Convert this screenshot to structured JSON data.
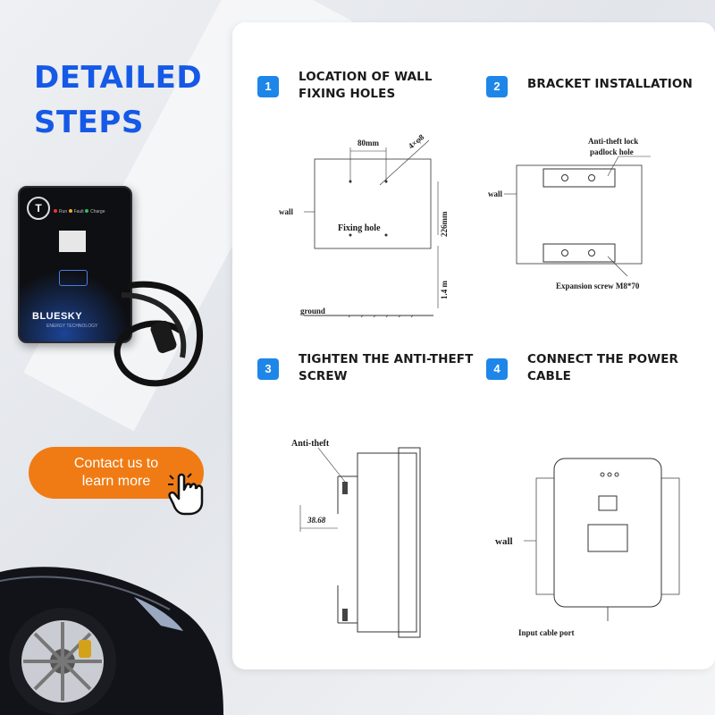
{
  "headline": {
    "line1": "DETAILED",
    "line2": "STEPS"
  },
  "charger": {
    "brand": "BLUESKY",
    "tagline": "ENERGY TECHNOLOGY",
    "led_labels": [
      "Run",
      "Fault",
      "Charge"
    ]
  },
  "contact": {
    "line1": "Contact us to",
    "line2": "learn more"
  },
  "steps": [
    {
      "number": "1",
      "title_lines": [
        "LOCATION OF WALL",
        "FIXING HOLES"
      ],
      "labels": {
        "spacing": "80mm",
        "holes": "4×φ8",
        "wall": "wall",
        "fixing_hole": "Fixing hole",
        "height": "226mm",
        "ground_height": "1.4 m",
        "ground": "ground"
      }
    },
    {
      "number": "2",
      "title_lines": [
        "BRACKET INSTALLATION"
      ],
      "labels": {
        "lock_line1": "Anti-theft lock",
        "lock_line2": "padlock hole",
        "wall": "wall",
        "expansion": "Expansion screw M8*70"
      }
    },
    {
      "number": "3",
      "title_lines": [
        "TIGHTEN THE ANTI-THEFT",
        "SCREW"
      ],
      "labels": {
        "anti_theft": "Anti-theft",
        "dimension": "38.68"
      }
    },
    {
      "number": "4",
      "title_lines": [
        "CONNECT THE POWER",
        "CABLE"
      ],
      "labels": {
        "wall": "wall",
        "input_port": "Input cable port"
      }
    }
  ],
  "colors": {
    "headline": "#1559e6",
    "badge": "#1e86e8",
    "button": "#f07b14"
  }
}
